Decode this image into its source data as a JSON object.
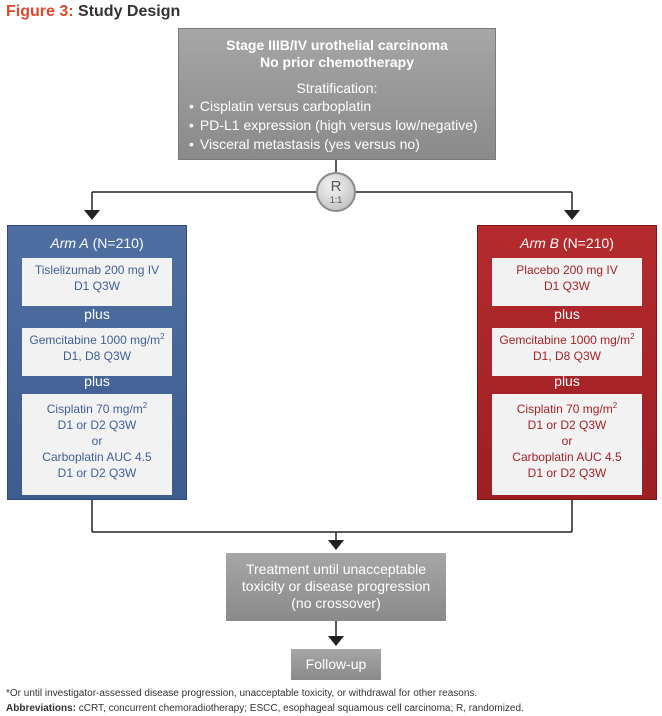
{
  "figure": {
    "number": "Figure 3:",
    "title": "Study Design"
  },
  "top_box": {
    "line1": "Stage IIIB/IV urothelial carcinoma",
    "line2": "No prior chemotherapy",
    "strat_label": "Stratification:",
    "bullets": [
      "Cisplatin versus carboplatin",
      "PD-L1 expression (high versus low/negative)",
      "Visceral metastasis (yes versus no)"
    ]
  },
  "randomization": {
    "letter": "R",
    "ratio": "1:1"
  },
  "arm_a": {
    "name": "Arm A",
    "n": "(N=210)",
    "drug1_l1": "Tislelizumab 200 mg IV",
    "drug1_l2": "D1 Q3W",
    "plus1": "plus",
    "drug2_l1": "Gemcitabine 1000 mg/m",
    "drug2_sup": "2",
    "drug2_l2": "D1, D8 Q3W",
    "plus2": "plus",
    "drug3_l1": "Cisplatin 70 mg/m",
    "drug3_sup": "2",
    "drug3_l2": "D1 or D2 Q3W",
    "or": "or",
    "drug3_l3": "Carboplatin AUC 4.5",
    "drug3_l4": "D1 or D2 Q3W"
  },
  "arm_b": {
    "name": "Arm B",
    "n": "(N=210)",
    "drug1_l1": "Placebo 200 mg IV",
    "drug1_l2": "D1 Q3W",
    "plus1": "plus",
    "drug2_l1": "Gemcitabine 1000 mg/m",
    "drug2_sup": "2",
    "drug2_l2": "D1, D8 Q3W",
    "plus2": "plus",
    "drug3_l1": "Cisplatin 70 mg/m",
    "drug3_sup": "2",
    "drug3_l2": "D1 or D2 Q3W",
    "or": "or",
    "drug3_l3": "Carboplatin AUC 4.5",
    "drug3_l4": "D1 or D2 Q3W"
  },
  "treatment": {
    "l1": "Treatment until unacceptable",
    "l2": "toxicity or disease progression",
    "l3": "(no crossover)"
  },
  "followup": "Follow-up",
  "footnote": "*Or until investigator-assessed disease progression, unacceptable toxicity, or withdrawal for other reasons.",
  "abbreviations": {
    "label": "Abbreviations:",
    "text": "cCRT, concurrent chemoradiotherapy; ESCC, esophageal squamous cell carcinoma; R, randomized."
  },
  "colors": {
    "title_accent": "#e1472d",
    "arm_a": "#4a6a9f",
    "arm_b": "#a8262a",
    "gray_box": "#999999",
    "connector": "#222222"
  }
}
